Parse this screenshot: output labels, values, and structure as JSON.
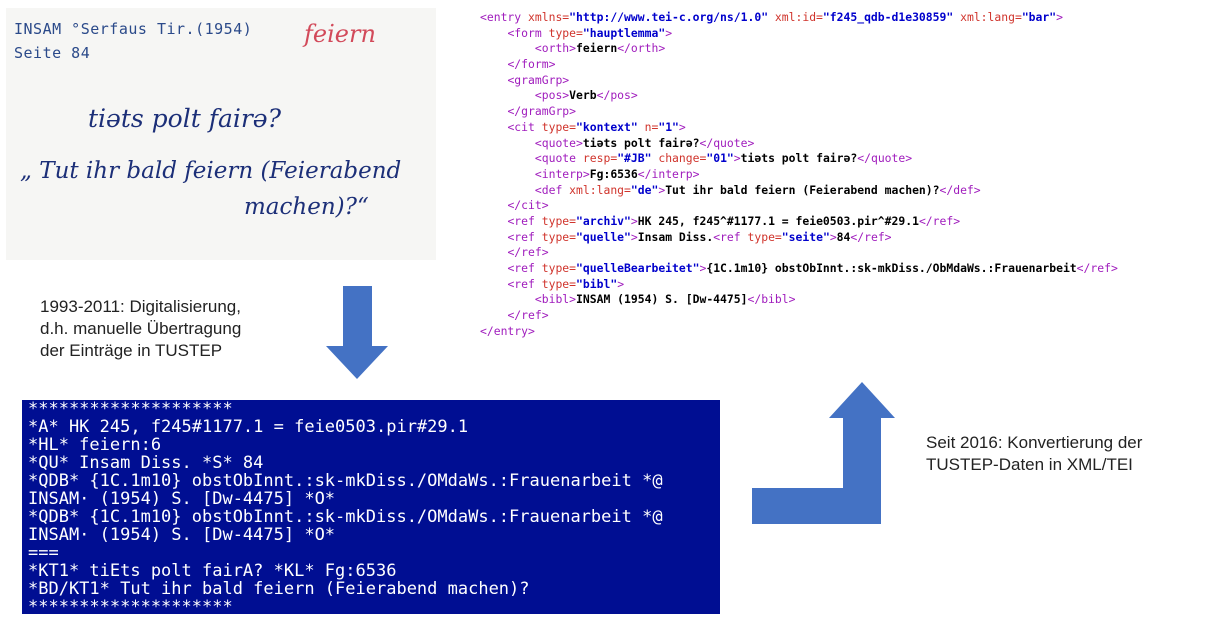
{
  "card": {
    "header_line1": "INSAM °Serfaus Tir.(1954)",
    "header_line2": "Seite 84",
    "stamp": "feiern",
    "hand_line1": "tiəts polt fairə?",
    "hand_line2": "„ Tut ihr bald feiern (Feierabend",
    "hand_line3": "machen)?“"
  },
  "xml": {
    "entry_open_tag": "<entry",
    "xmlns_attr": " xmlns=",
    "xmlns_val": "\"http://www.tei-c.org/ns/1.0\"",
    "xmlid_attr": " xml:id=",
    "xmlid_val": "\"f245_qdb-d1e30859\"",
    "lang_attr": " xml:lang=",
    "lang_val": "\"bar\"",
    "gt": ">",
    "form_open": "<form",
    "type_attr": " type=",
    "form_type": "\"hauptlemma\"",
    "orth_open": "<orth>",
    "orth_text": "feiern",
    "orth_close": "</orth>",
    "form_close": "</form>",
    "gramgrp_open": "<gramGrp>",
    "pos_open": "<pos>",
    "pos_text": "Verb",
    "pos_close": "</pos>",
    "gramgrp_close": "</gramGrp>",
    "cit_open": "<cit",
    "cit_type": "\"kontext\"",
    "n_attr": " n=",
    "cit_n": "\"1\"",
    "quote_open": "<quote>",
    "quote_text": "tiəts polt fairə?",
    "quote_close": "</quote>",
    "quote2_open": "<quote",
    "resp_attr": " resp=",
    "resp_val": "\"#JB\"",
    "change_attr": " change=",
    "change_val": "\"01\"",
    "interp_open": "<interp>",
    "interp_text": "Fg:6536",
    "interp_close": "</interp>",
    "def_open": "<def",
    "def_lang": "\"de\"",
    "def_text": "Tut ihr bald feiern (Feierabend machen)?",
    "def_close": "</def>",
    "cit_close": "</cit>",
    "ref_open": "<ref",
    "ref_archiv_type": "\"archiv\"",
    "ref_archiv_text": "HK 245, f245^#1177.1 = feie0503.pir^#29.1",
    "ref_close": "</ref>",
    "ref_quelle_type": "\"quelle\"",
    "ref_quelle_text": "Insam Diss.",
    "ref_seite_type": "\"seite\"",
    "ref_seite_text": "84",
    "ref_qb_type": "\"quelleBearbeitet\"",
    "ref_qb_text": "{1C.1m10} obstObInnt.:sk-mkDiss./ObMdaWs.:Frauenarbeit",
    "ref_bibl_type": "\"bibl\"",
    "bibl_open": "<bibl>",
    "bibl_text": "INSAM (1954) S. [Dw-4475]",
    "bibl_close": "</bibl>",
    "entry_close": "</entry>"
  },
  "caption_left": {
    "line1": "1993-2011: Digitalisierung,",
    "line2": "d.h. manuelle Übertragung",
    "line3": "der Einträge in TUSTEP"
  },
  "caption_right": {
    "line1": "Seit 2016: Konvertierung der",
    "line2": "TUSTEP-Daten in XML/TEI"
  },
  "tustep": {
    "lines": [
      "********************",
      "*A* HK 245, f245#1177.1 = feie0503.pir#29.1",
      "*HL* feiern:6",
      "*QU* Insam Diss. *S* 84",
      "*QDB* {1C.1m10} obstObInnt.:sk-mkDiss./OMdaWs.:Frauenarbeit *@",
      "INSAM· (1954) S. [Dw-4475] *O*",
      "*QDB* {1C.1m10} obstObInnt.:sk-mkDiss./OMdaWs.:Frauenarbeit *@",
      "INSAM· (1954) S. [Dw-4475] *O*",
      "===",
      "*KT1* tiEts polt fairA? *KL* Fg:6536",
      "*BD/KT1* Tut ihr bald feiern (Feierabend machen)?",
      "********************"
    ]
  },
  "colors": {
    "arrow": "#4472c4",
    "terminal_bg": "#000e92",
    "xml_tag": "#a01dbd",
    "xml_attr": "#d0342c",
    "xml_value": "#0000cc"
  }
}
